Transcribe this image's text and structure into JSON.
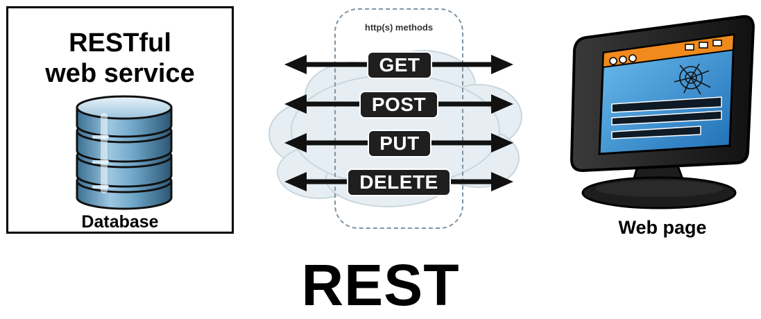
{
  "server": {
    "title": "RESTful\nweb service",
    "database_label": "Database"
  },
  "methods": {
    "caption": "http(s) methods",
    "items": [
      "GET",
      "POST",
      "PUT",
      "DELETE"
    ]
  },
  "client": {
    "label": "Web page"
  },
  "main_title": "REST",
  "icons": {
    "database": "database-icon",
    "cloud": "cloud-icon",
    "monitor": "monitor-icon",
    "spider_web": "spider-web-icon",
    "arrow": "double-arrow-icon"
  },
  "colors": {
    "accent_orange": "#f08a1c",
    "screen_blue": "#2f8fd8",
    "database_blue": "#6fa6c8",
    "cloud": "#e6eef3",
    "dashed_border": "#7d93a3"
  }
}
